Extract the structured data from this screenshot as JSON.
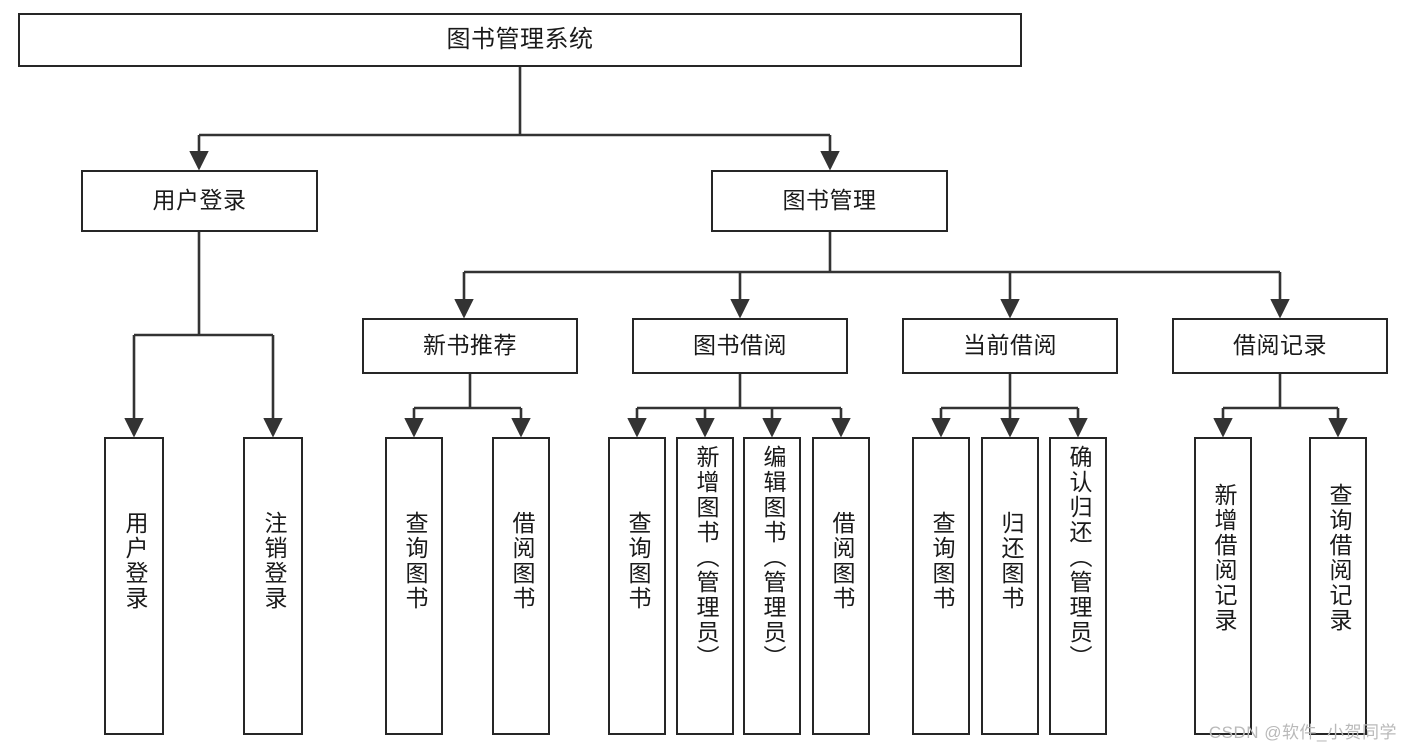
{
  "diagram": {
    "type": "tree-hierarchy",
    "title": "图书管理系统",
    "watermark": "CSDN @软件_小贺同学",
    "colors": {
      "stroke": "#262626",
      "fill": "#ffffff",
      "text": "#1a1a1a",
      "watermark": "#b9b9b9"
    },
    "levels": {
      "level1": [
        "图书管理系统"
      ],
      "level2": [
        "用户登录",
        "图书管理"
      ],
      "level3": [
        "新书推荐",
        "图书借阅",
        "当前借阅",
        "借阅记录"
      ],
      "level4": [
        "用户登录",
        "注销登录",
        "查询图书",
        "借阅图书",
        "查询图书",
        "新增图书（管理员）",
        "编辑图书（管理员）",
        "借阅图书",
        "查询图书",
        "归还图书",
        "确认归还（管理员）",
        "新增借阅记录",
        "查询借阅记录"
      ]
    },
    "nodes": {
      "root": {
        "label": "图书管理系统"
      },
      "user_login": {
        "label": "用户登录"
      },
      "book_manage": {
        "label": "图书管理"
      },
      "new_book_rec": {
        "label": "新书推荐"
      },
      "book_borrow": {
        "label": "图书借阅"
      },
      "current_borrow": {
        "label": "当前借阅"
      },
      "borrow_record": {
        "label": "借阅记录"
      },
      "leaf_user_login": {
        "label": "用户登录"
      },
      "leaf_logout": {
        "label": "注销登录"
      },
      "leaf_query_book_a": {
        "label": "查询图书"
      },
      "leaf_borrow_book_a": {
        "label": "借阅图书"
      },
      "leaf_query_book_b": {
        "label": "查询图书"
      },
      "leaf_add_book": {
        "label": "新增图书（管理员）"
      },
      "leaf_edit_book": {
        "label": "编辑图书（管理员）"
      },
      "leaf_borrow_book_b": {
        "label": "借阅图书"
      },
      "leaf_query_book_c": {
        "label": "查询图书"
      },
      "leaf_return_book": {
        "label": "归还图书"
      },
      "leaf_confirm_return": {
        "label": "确认归还（管理员）"
      },
      "leaf_add_record": {
        "label": "新增借阅记录"
      },
      "leaf_query_record": {
        "label": "查询借阅记录"
      }
    },
    "edges": [
      {
        "from": "root",
        "to": "user_login"
      },
      {
        "from": "root",
        "to": "book_manage"
      },
      {
        "from": "user_login",
        "to": "leaf_user_login"
      },
      {
        "from": "user_login",
        "to": "leaf_logout"
      },
      {
        "from": "book_manage",
        "to": "new_book_rec"
      },
      {
        "from": "book_manage",
        "to": "book_borrow"
      },
      {
        "from": "book_manage",
        "to": "current_borrow"
      },
      {
        "from": "book_manage",
        "to": "borrow_record"
      },
      {
        "from": "new_book_rec",
        "to": "leaf_query_book_a"
      },
      {
        "from": "new_book_rec",
        "to": "leaf_borrow_book_a"
      },
      {
        "from": "book_borrow",
        "to": "leaf_query_book_b"
      },
      {
        "from": "book_borrow",
        "to": "leaf_add_book"
      },
      {
        "from": "book_borrow",
        "to": "leaf_edit_book"
      },
      {
        "from": "book_borrow",
        "to": "leaf_borrow_book_b"
      },
      {
        "from": "current_borrow",
        "to": "leaf_query_book_c"
      },
      {
        "from": "current_borrow",
        "to": "leaf_return_book"
      },
      {
        "from": "current_borrow",
        "to": "leaf_confirm_return"
      },
      {
        "from": "borrow_record",
        "to": "leaf_add_record"
      },
      {
        "from": "borrow_record",
        "to": "leaf_query_record"
      }
    ]
  }
}
